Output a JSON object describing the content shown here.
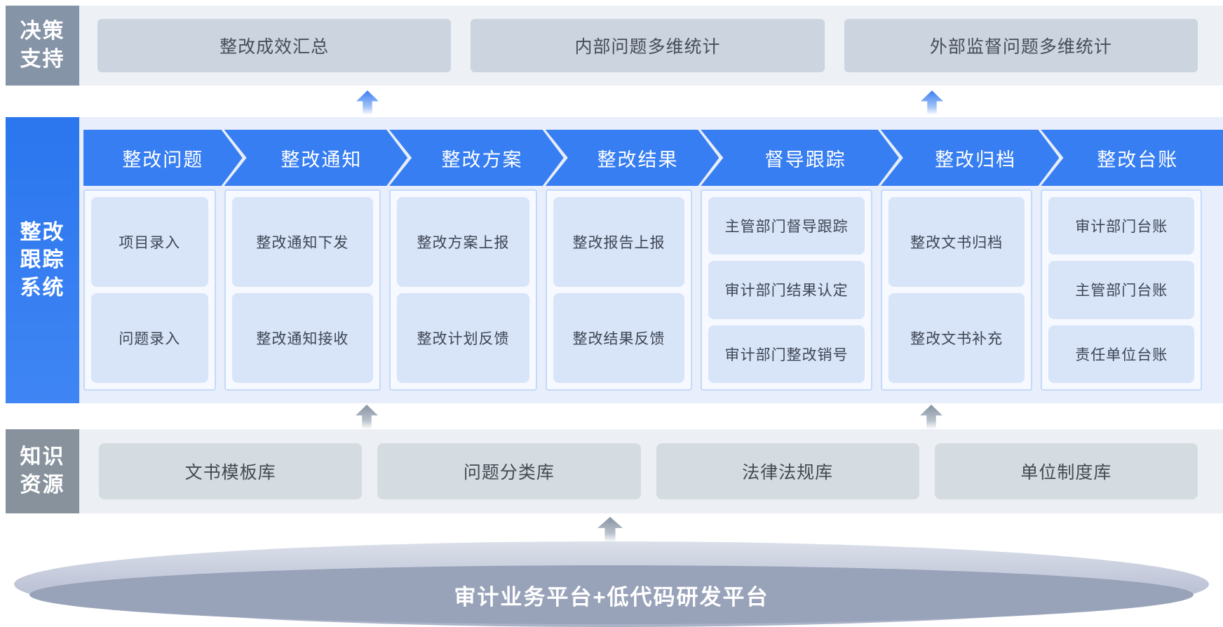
{
  "colors": {
    "accent_blue": "#377ef2",
    "decision_label_gray": "#8694a7",
    "knowledge_label_gray": "#87929d",
    "band_bg_gray": "#edf0f5",
    "tracking_band_bg": "#e8eefb",
    "subbox_blue": "#d8e4f8",
    "platform_gray": "#98a2b9"
  },
  "decision": {
    "label": "决策支持",
    "label_lines": [
      "决策",
      "支持"
    ],
    "boxes": [
      "整改成效汇总",
      "内部问题多维统计",
      "外部监督问题多维统计"
    ]
  },
  "tracking": {
    "label": "整改跟踪系统",
    "label_lines": [
      "整改",
      "跟踪",
      "系统"
    ],
    "columns": [
      {
        "header": "整改问题",
        "items": [
          "项目录入",
          "问题录入"
        ]
      },
      {
        "header": "整改通知",
        "items": [
          "整改通知下发",
          "整改通知接收"
        ]
      },
      {
        "header": "整改方案",
        "items": [
          "整改方案上报",
          "整改计划反馈"
        ]
      },
      {
        "header": "整改结果",
        "items": [
          "整改报告上报",
          "整改结果反馈"
        ]
      },
      {
        "header": "督导跟踪",
        "items": [
          "主管部门督导跟踪",
          "审计部门结果认定",
          "审计部门整改销号"
        ]
      },
      {
        "header": "整改归档",
        "items": [
          "整改文书归档",
          "整改文书补充"
        ]
      },
      {
        "header": "整改台账",
        "items": [
          "审计部门台账",
          "主管部门台账",
          "责任单位台账"
        ]
      }
    ]
  },
  "knowledge": {
    "label": "知识资源",
    "label_lines": [
      "知识",
      "资源"
    ],
    "boxes": [
      "文书模板库",
      "问题分类库",
      "法律法规库",
      "单位制度库"
    ]
  },
  "platform": {
    "title": "审计业务平台+低代码研发平台"
  }
}
